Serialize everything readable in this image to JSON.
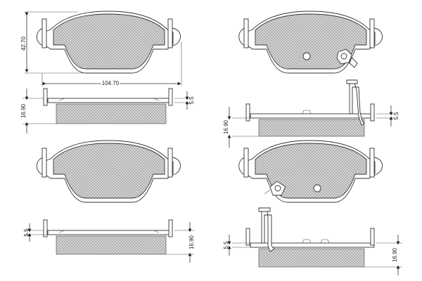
{
  "dimensions": {
    "top_height": "42.70",
    "top_width": "104.70",
    "thickness_a": "16.90",
    "backplate_a": "5.5",
    "thickness_b": "16.90",
    "backplate_b": "5.5",
    "thickness_c": "16.90",
    "backplate_c": "5.5",
    "thickness_d": "16.90",
    "backplate_d": "5.5"
  }
}
